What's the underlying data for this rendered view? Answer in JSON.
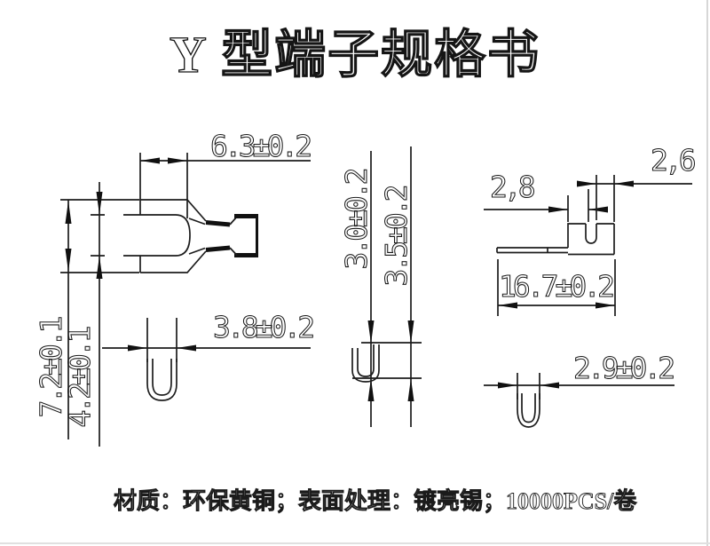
{
  "title": {
    "text": "Y 型端子规格书"
  },
  "footer": {
    "text": "材质：环保黄铜；表面处理：镀亮锡；10000PCS/卷"
  },
  "dimensions": {
    "fork_width": "6.3±0.2",
    "overall_height": "7.2±0.1",
    "slot_width": "4.2±0.1",
    "fork_tip_section": "3.8±0.2",
    "crimp_inner_height": "3.0±0.2",
    "crimp_outer_height": "3.5±0.2",
    "tab_step_left": "2,8",
    "tab_step_right": "2,6",
    "overall_length": "16.7±0.2",
    "wire_barrel_width": "2.9±0.2"
  },
  "colors": {
    "line": "#1c1c1c",
    "background": "#ffffff"
  }
}
